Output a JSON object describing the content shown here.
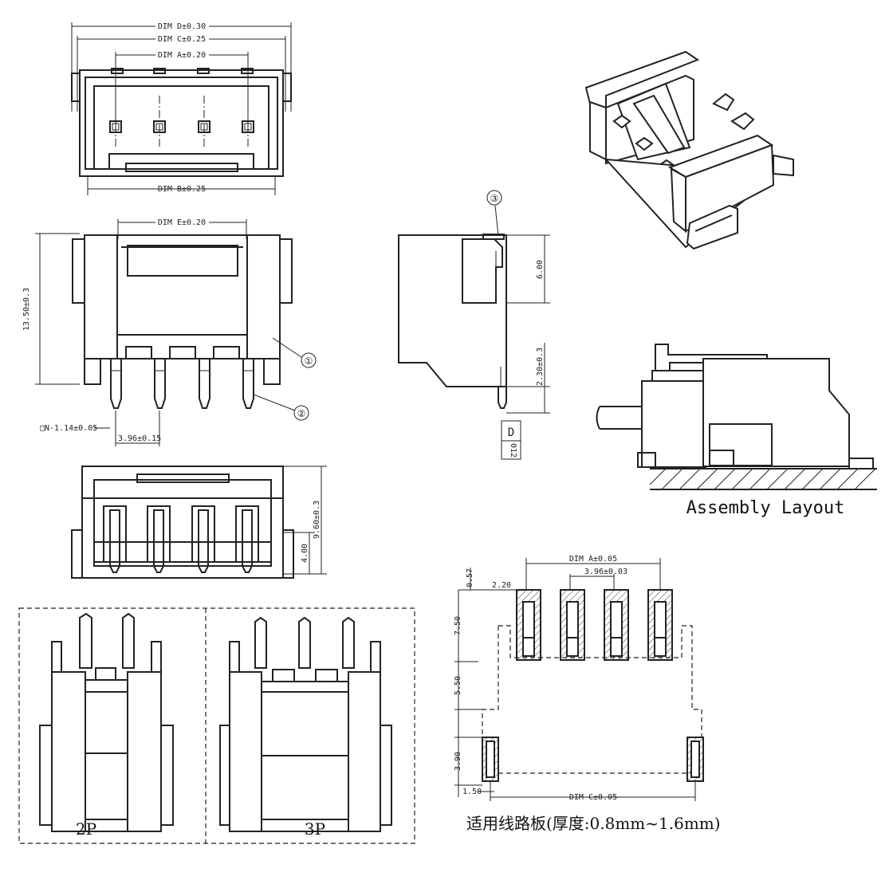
{
  "top_view": {
    "dim_d": "DIM D±0.30",
    "dim_c": "DIM C±0.25",
    "dim_a": "DIM A±0.20",
    "dim_b": "DIM B±0.25"
  },
  "front_view": {
    "dim_e": "DIM E±0.20",
    "height": "13.50±0.3",
    "pin_size": "□N-1.14±0.05",
    "pitch": "3.96±0.15",
    "balloon_1": "①",
    "balloon_2": "②"
  },
  "side_view": {
    "balloon_3": "③",
    "dim_600": "6.00",
    "dim_230": "2.30±0.3",
    "rot_label": "012",
    "rot_letter": "D"
  },
  "assembly_label": "Assembly Layout",
  "bottom_view": {
    "dim_960": "9.60±0.3",
    "dim_400": "4.00"
  },
  "variants": {
    "left": "2P",
    "right": "3P"
  },
  "pcb": {
    "dim_a": "DIM A±0.05",
    "pitch": "3.96±0.03",
    "d057": "0.57",
    "d220": "2.20",
    "d750": "7.50",
    "d550": "5.50",
    "d390": "3.90",
    "d150": "1.50",
    "dim_c": "DIM C±0.05",
    "note": "适用线路板(厚度:0.8mm~1.6mm)"
  }
}
